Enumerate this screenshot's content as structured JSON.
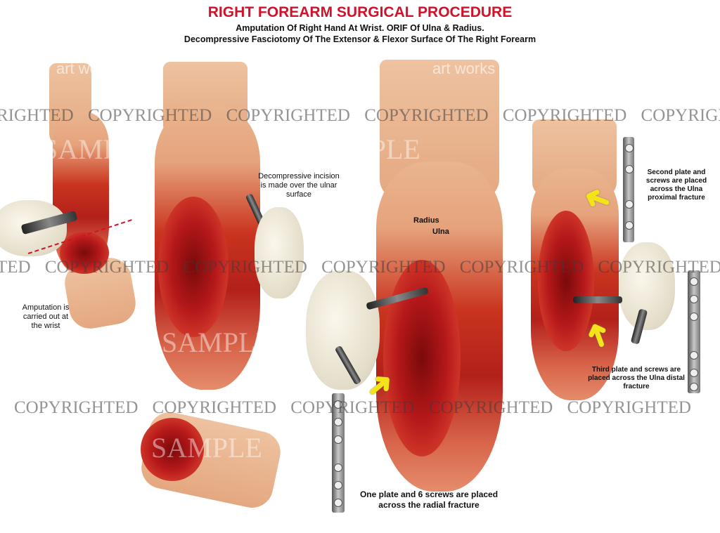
{
  "header": {
    "title": "RIGHT FOREARM SURGICAL PROCEDURE",
    "subtitle_1": "Amputation Of Right Hand At Wrist.  ORIF Of Ulna & Radius.",
    "subtitle_2": "Decompressive Fasciotomy Of The Extensor & Flexor Surface Of The Right Forearm"
  },
  "labels": {
    "amputation": "Amputation is carried out at the wrist",
    "incision": "Decompressive incision is made over the ulnar surface",
    "radius": "Radius",
    "ulna": "Ulna",
    "plate_one": "One plate and 6 screws are placed across the radial fracture",
    "plate_two": "Second plate and screws are placed across the Ulna proximal fracture",
    "plate_three": "Third plate and screws are placed across the Ulna distal fracture"
  },
  "watermark": {
    "row_a": "RIGHTED   COPYRIGHTED   COPYRIGHTED   COPYRIGHTED   COPYRIGHTED   COPYRIGHTED",
    "row_b": "TED   COPYRIGHTED   COPYRIGHTED   COPYRIGHTED   COPYRIGHTED   COPYRIGHTED",
    "row_c": "COPYRIGHTED   COPYRIGHTED   COPYRIGHTED   COPYRIGHTED   COPYRIGHTED",
    "sample": "SAMPLE",
    "art": "art works"
  },
  "colors": {
    "title": "#d0122a",
    "arrow": "#f5e31a"
  }
}
